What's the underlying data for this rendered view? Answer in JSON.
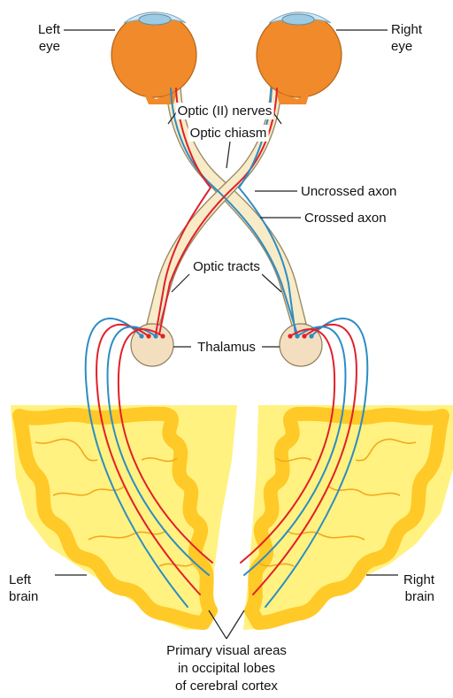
{
  "labels": {
    "left_eye": [
      "Left",
      "eye"
    ],
    "right_eye": [
      "Right",
      "eye"
    ],
    "optic_nerves": "Optic (II) nerves",
    "optic_chiasm": "Optic chiasm",
    "uncrossed_axon": "Uncrossed axon",
    "crossed_axon": "Crossed axon",
    "optic_tracts": "Optic tracts",
    "thalamus": "Thalamus",
    "left_brain": [
      "Left",
      "brain"
    ],
    "right_brain": [
      "Right",
      "brain"
    ],
    "primary_visual": [
      "Primary visual areas",
      "in occipital lobes",
      "of cerebral cortex"
    ]
  },
  "colors": {
    "eyeball": "#f08a2a",
    "nerve": "#f8ecc8",
    "nerve_outline": "#9a8a66",
    "thalamus": "#f3dfbf",
    "brain_yellow": "#fff280",
    "cortex": "#ffc928",
    "cortex_dark": "#f3a81a",
    "axon_red": "#e0202a",
    "axon_blue": "#2d8cc4",
    "leader": "#222222"
  }
}
